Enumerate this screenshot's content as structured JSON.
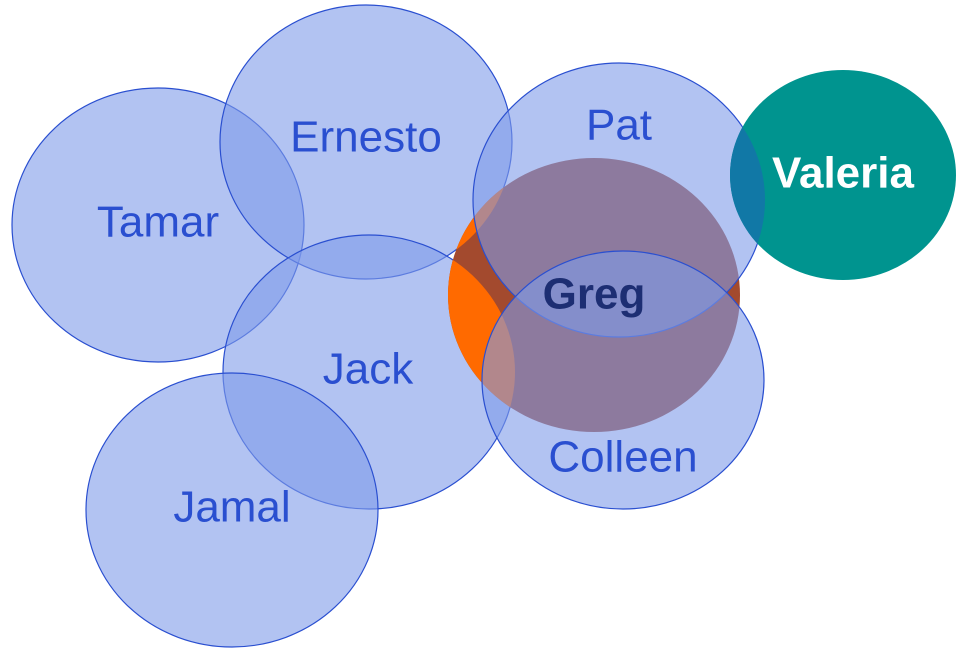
{
  "colors": {
    "member_fill": "#7f9bea",
    "member_stroke": "#2a4fd0",
    "member_label": "#2a4fd0",
    "greg_fill": "#a34a2e",
    "greg_overlap_highlight": "#ff6a00",
    "greg_label": "#1d2e73",
    "valeria_fill": "#00948f",
    "valeria_overlap": "#1178a6",
    "valeria_label": "#ffffff",
    "background": "#ffffff"
  },
  "nodes": [
    {
      "id": "tamar",
      "label": "Tamar",
      "style": "member"
    },
    {
      "id": "ernesto",
      "label": "Ernesto",
      "style": "member"
    },
    {
      "id": "jack",
      "label": "Jack",
      "style": "member"
    },
    {
      "id": "jamal",
      "label": "Jamal",
      "style": "member"
    },
    {
      "id": "pat",
      "label": "Pat",
      "style": "member"
    },
    {
      "id": "colleen",
      "label": "Colleen",
      "style": "member"
    },
    {
      "id": "greg",
      "label": "Greg",
      "style": "focus"
    },
    {
      "id": "valeria",
      "label": "Valeria",
      "style": "outlier"
    }
  ]
}
